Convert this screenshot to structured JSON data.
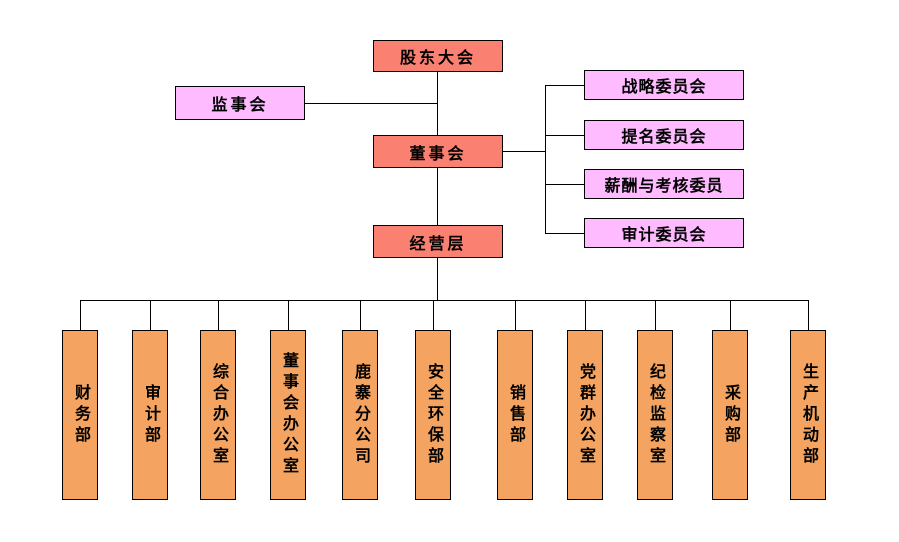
{
  "chart": {
    "nodes": {
      "shareholders": {
        "label": "股东大会"
      },
      "supervisory": {
        "label": "监事会"
      },
      "board": {
        "label": "董事会"
      },
      "management": {
        "label": "经营层"
      }
    },
    "committees": [
      {
        "label": "战略委员会"
      },
      {
        "label": "提名委员会"
      },
      {
        "label": "薪酬与考核委员"
      },
      {
        "label": "审计委员会"
      }
    ],
    "departments": [
      {
        "label": "财务部"
      },
      {
        "label": "审计部"
      },
      {
        "label": "综合办公室"
      },
      {
        "label": "董事会办公室"
      },
      {
        "label": "鹿寨分公司"
      },
      {
        "label": "安全环保部"
      },
      {
        "label": "销售部"
      },
      {
        "label": "党群办公室"
      },
      {
        "label": "纪检监察室"
      },
      {
        "label": "采购部"
      },
      {
        "label": "生产机动部"
      }
    ]
  },
  "colors": {
    "executive_box": "#FA8072",
    "committee_box": "#FFBBFF",
    "department_box": "#F4A460",
    "line": "#000000"
  }
}
